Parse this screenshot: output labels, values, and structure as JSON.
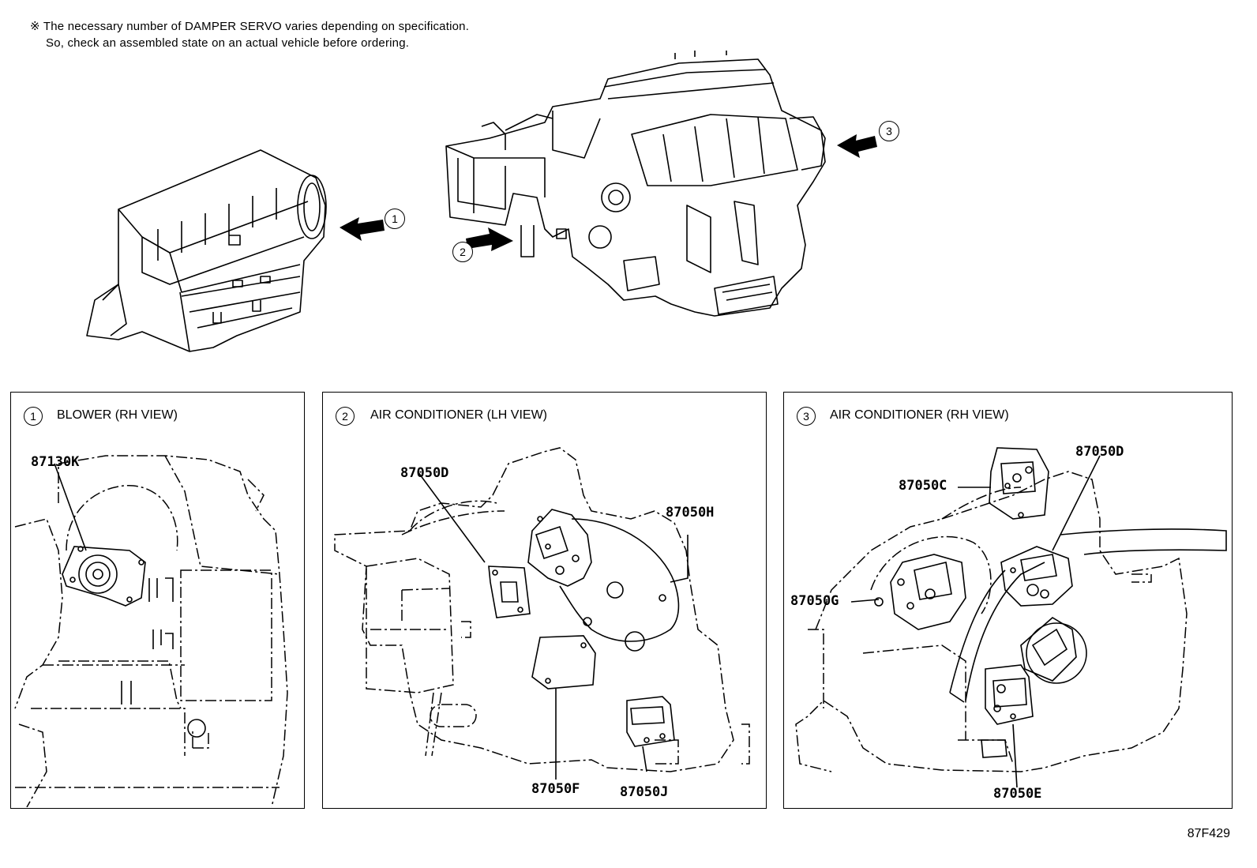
{
  "note": {
    "symbol": "※",
    "line1": "The necessary number of DAMPER SERVO varies depending on specification.",
    "line2": "So, check an assembled state on an actual vehicle before ordering."
  },
  "overview": {
    "callouts": [
      {
        "num": "1"
      },
      {
        "num": "2"
      },
      {
        "num": "3"
      }
    ]
  },
  "panels": [
    {
      "num": "1",
      "title": "BLOWER (RH VIEW)",
      "parts": [
        "87130K"
      ]
    },
    {
      "num": "2",
      "title": "AIR CONDITIONER (LH VIEW)",
      "parts": [
        "87050D",
        "87050H",
        "87050F",
        "87050J"
      ]
    },
    {
      "num": "3",
      "title": "AIR CONDITIONER (RH VIEW)",
      "parts": [
        "87050D",
        "87050C",
        "87050G",
        "87050E"
      ]
    }
  ],
  "illustration_code": "87F429"
}
